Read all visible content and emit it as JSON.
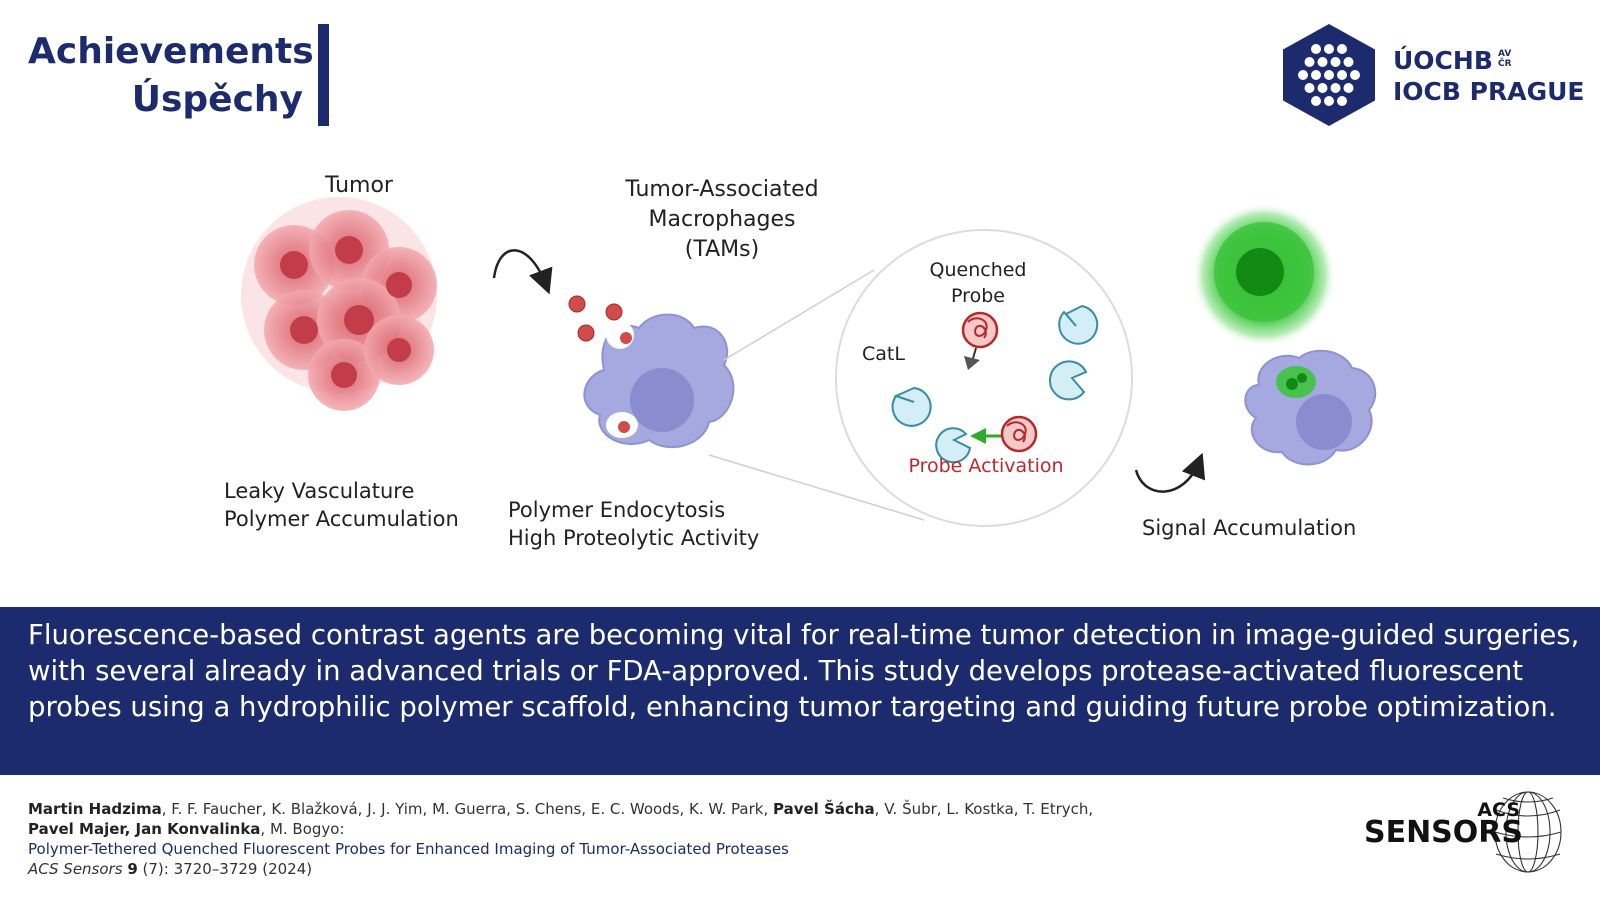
{
  "header": {
    "title_line1": "Achievements",
    "title_line2": "Úspěchy",
    "accent_color": "#1c2b6e"
  },
  "institution_logo": {
    "line1": "ÚOCHB",
    "badge_line1": "AV",
    "badge_line2": "ČR",
    "line2": "IOCB PRAGUE",
    "icon": "hexagon-dot-grid-logo"
  },
  "figure": {
    "tumor_label": "Tumor",
    "tams_label_line1": "Tumor-Associated",
    "tams_label_line2": "Macrophages",
    "tams_label_line3": "(TAMs)",
    "leaky_line1": "Leaky Vasculature",
    "leaky_line2": "Polymer Accumulation",
    "endocytosis_line1": "Polymer Endocytosis",
    "endocytosis_line2": "High Proteolytic Activity",
    "quenched_line1": "Quenched",
    "quenched_line2": "Probe",
    "catl_label": "CatL",
    "activation_label": "Probe Activation",
    "signal_label": "Signal Accumulation",
    "colors": {
      "tumor": "#e8868f",
      "macrophage": "#a6a8e0",
      "probe": "#c43a3a",
      "enzyme": "#cfeef5",
      "fluorescence": "#3ec43e",
      "activation_text": "#c0272d"
    }
  },
  "summary": {
    "text": "Fluorescence-based contrast agents are becoming vital for real-time tumor detection in image-guided surgeries, with several already in advanced trials or FDA-approved. This study develops protease-activated fluorescent probes using a hydrophilic polymer scaffold, enhancing tumor targeting and guiding future probe optimization."
  },
  "citation": {
    "author1": "Martin Hadzima",
    "authors_mid1": ", F. F. Faucher, K. Blažková, J. J. Yim, M. Guerra, S. Chens, E. C. Woods, K. W. Park, ",
    "author2": "Pavel Šácha",
    "authors_mid2": ", V. Šubr, L. Kostka, T. Etrych,",
    "author3": "Pavel Majer, Jan Konvalinka",
    "authors_end": ", M. Bogyo:",
    "title": "Polymer-Tethered Quenched Fluorescent Probes for Enhanced Imaging of Tumor-Associated Proteases",
    "journal": "ACS Sensors",
    "volume": "9",
    "pages": " (7): 3720–3729 (2024)"
  },
  "journal_logo": {
    "small": "ACS",
    "big": "SENSORS"
  }
}
